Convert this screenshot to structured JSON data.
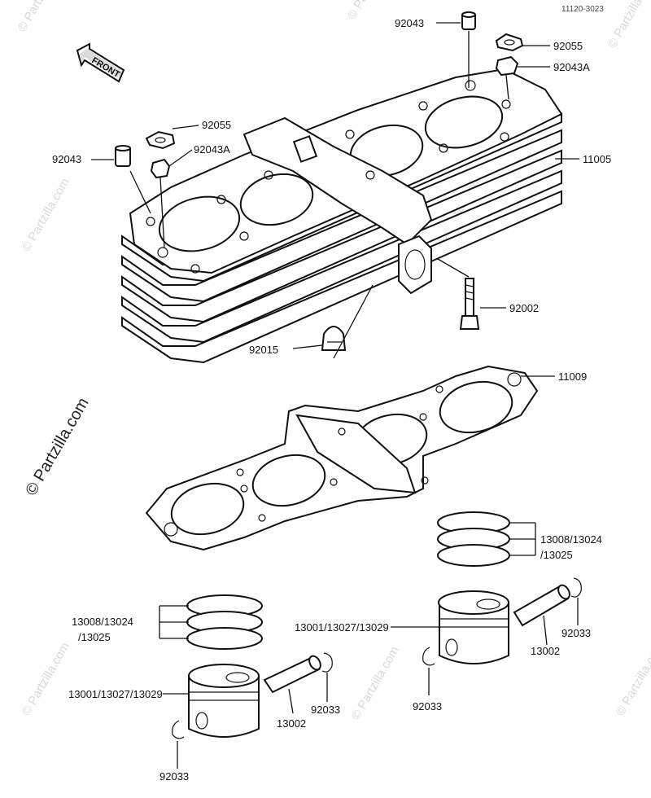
{
  "ref_code": "11120-3023",
  "front_label": "FRONT",
  "watermark": "© Partzilla.com",
  "labels": {
    "p92043_top": "92043",
    "p92055_top": "92055",
    "p92043A_top": "92043A",
    "p92055_left": "92055",
    "p92043A_left": "92043A",
    "p92043_left": "92043",
    "p11005": "11005",
    "p92002": "92002",
    "p92015": "92015",
    "p11009": "11009",
    "rings_right": [
      "13008/13024",
      "/13025"
    ],
    "rings_left": [
      "13008/13024",
      "/13025"
    ],
    "piston_right": "13001/13027/13029",
    "piston_left": "13001/13027/13029",
    "pin_right": "13002",
    "pin_left": "13002",
    "clip_right_top": "92033",
    "clip_right_bottom": "92033",
    "clip_left_right": "92033",
    "clip_left_bottom": "92033"
  }
}
